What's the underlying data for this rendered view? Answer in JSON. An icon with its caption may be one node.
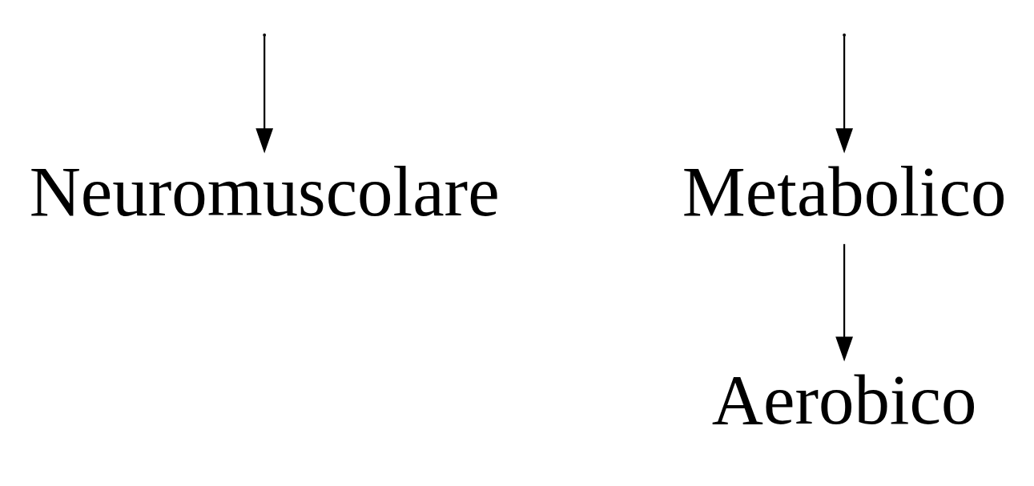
{
  "diagram": {
    "nodes": [
      {
        "text": [
          "Neuromuscolare"
        ]
      },
      {
        "text": [
          "Metabolico"
        ]
      },
      {
        "text": [
          "Aerobico"
        ]
      }
    ],
    "edges": [
      {
        "from": null,
        "to": 0,
        "arrow": "to"
      },
      {
        "from": null,
        "to": 1,
        "arrow": "to"
      },
      {
        "from": 1,
        "to": 2,
        "arrow": "to"
      }
    ]
  }
}
